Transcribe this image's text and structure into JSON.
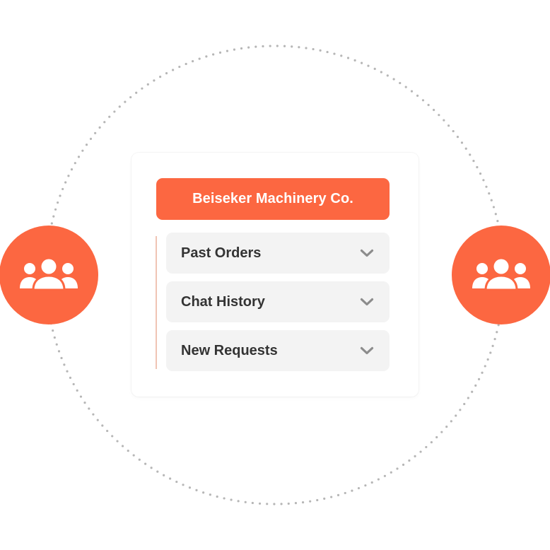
{
  "colors": {
    "accent": "#fc6741",
    "row_bg": "#f3f3f3",
    "text": "#333333",
    "chevron": "#8c8c8c",
    "dots": "#b6b6b6"
  },
  "card": {
    "company_name": "Beiseker Machinery Co.",
    "items": [
      {
        "label": "Past Orders",
        "icon": "chevron-down-icon"
      },
      {
        "label": "Chat History",
        "icon": "chevron-down-icon"
      },
      {
        "label": "New Requests",
        "icon": "chevron-down-icon"
      }
    ]
  },
  "avatars": [
    {
      "icon": "users-group-icon"
    },
    {
      "icon": "users-group-icon"
    }
  ]
}
